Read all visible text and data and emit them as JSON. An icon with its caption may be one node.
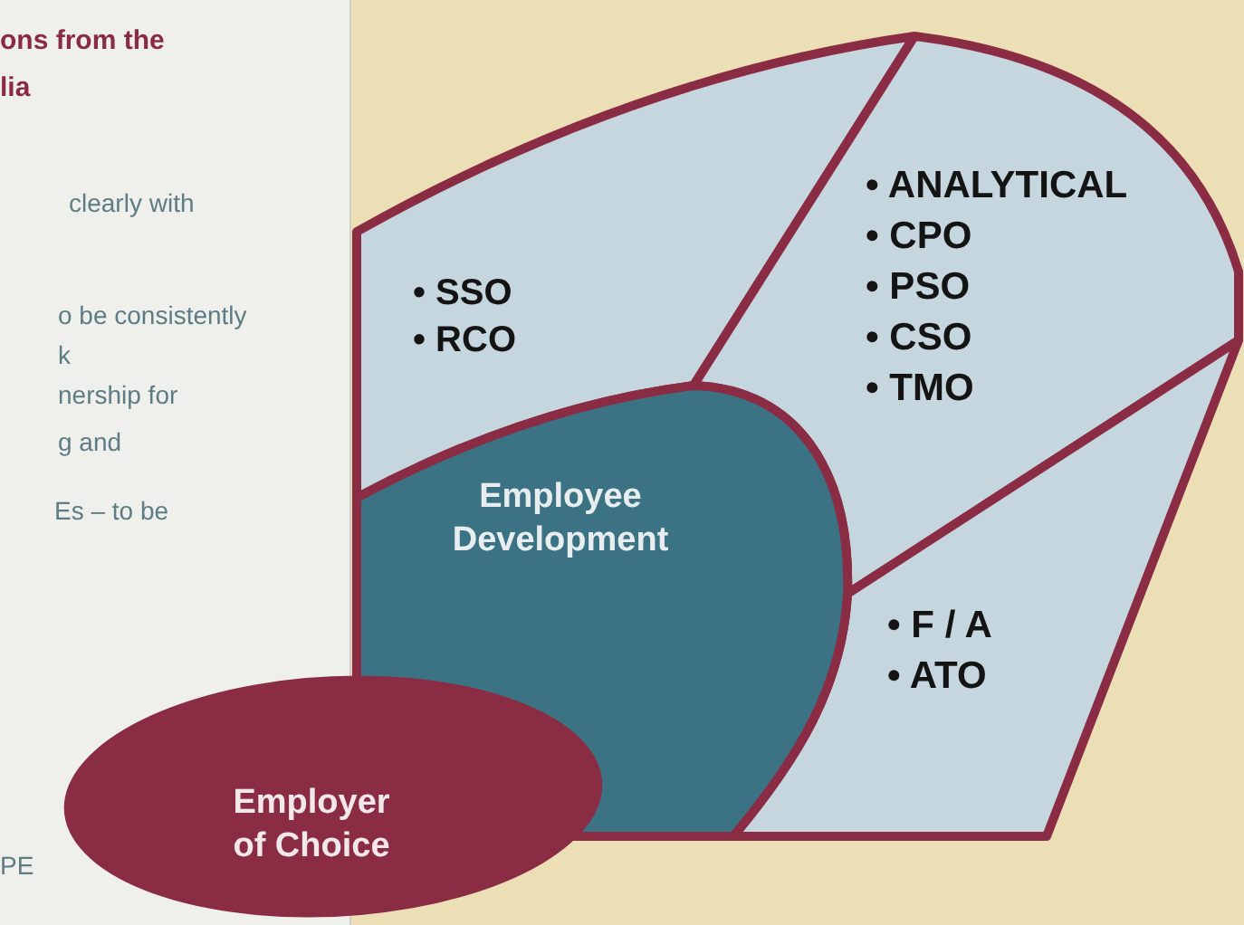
{
  "diagram": {
    "nodes": [
      {
        "text": [
          "• SSO",
          "• RCO"
        ]
      },
      {
        "text": [
          "• ANALYTICAL",
          "• CPO",
          "• PSO",
          "• CSO",
          "• TMO"
        ]
      },
      {
        "text": [
          "• F / A",
          "• ATO"
        ]
      },
      {
        "text": [
          "Employee Development"
        ]
      },
      {
        "text": [
          "Employer of Choice"
        ]
      }
    ],
    "edges": [],
    "labels": [
      "ons from the",
      "lia",
      "clearly with",
      "o be consistently",
      "k",
      "nership for",
      "g and",
      "Es – to be",
      "PE"
    ]
  }
}
